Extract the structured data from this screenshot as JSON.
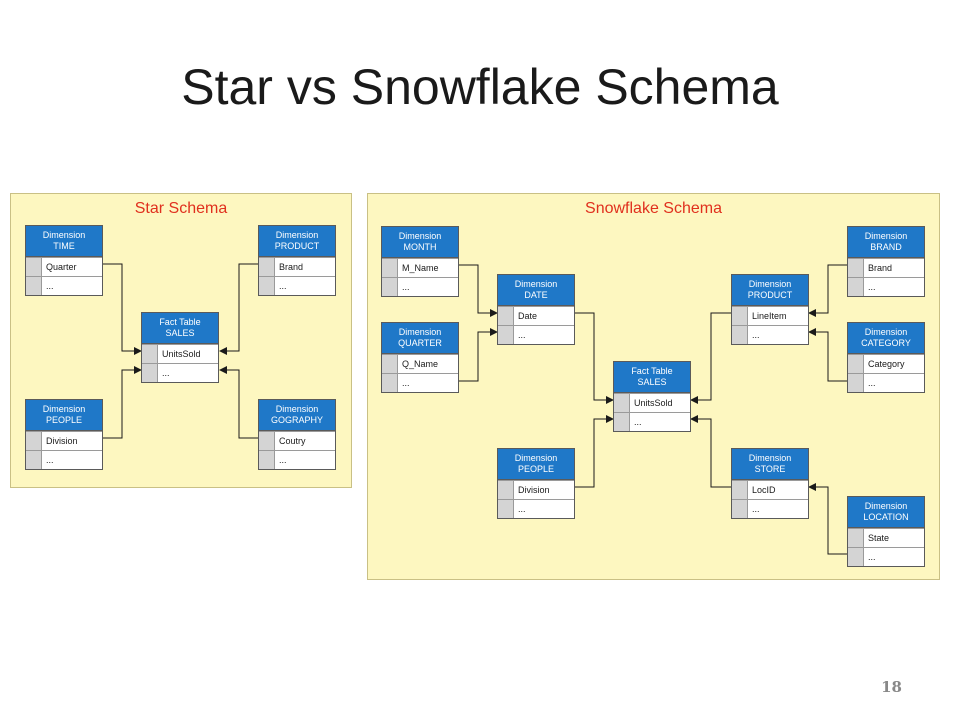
{
  "slide": {
    "title": "Star vs Snowflake Schema",
    "page_number": "18"
  },
  "colors": {
    "panel": "#fdf7c0",
    "header": "#1f78c8",
    "panel_title": "#e0301e"
  },
  "star": {
    "title": "Star Schema",
    "time": {
      "line1": "Dimension",
      "line2": "TIME",
      "row1": "Quarter",
      "row2": "..."
    },
    "product": {
      "line1": "Dimension",
      "line2": "PRODUCT",
      "row1": "Brand",
      "row2": "..."
    },
    "fact": {
      "line1": "Fact Table",
      "line2": "SALES",
      "row1": "UnitsSold",
      "row2": "..."
    },
    "people": {
      "line1": "Dimension",
      "line2": "PEOPLE",
      "row1": "Division",
      "row2": "..."
    },
    "geography": {
      "line1": "Dimension",
      "line2": "GOGRAPHY",
      "row1": "Coutry",
      "row2": "..."
    }
  },
  "snowflake": {
    "title": "Snowflake Schema",
    "month": {
      "line1": "Dimension",
      "line2": "MONTH",
      "row1": "M_Name",
      "row2": "..."
    },
    "quarter": {
      "line1": "Dimension",
      "line2": "QUARTER",
      "row1": "Q_Name",
      "row2": "..."
    },
    "date": {
      "line1": "Dimension",
      "line2": "DATE",
      "row1": "Date",
      "row2": "..."
    },
    "product": {
      "line1": "Dimension",
      "line2": "PRODUCT",
      "row1": "LineItem",
      "row2": "..."
    },
    "brand": {
      "line1": "Dimension",
      "line2": "BRAND",
      "row1": "Brand",
      "row2": "..."
    },
    "category": {
      "line1": "Dimension",
      "line2": "CATEGORY",
      "row1": "Category",
      "row2": "..."
    },
    "fact": {
      "line1": "Fact Table",
      "line2": "SALES",
      "row1": "UnitsSold",
      "row2": "..."
    },
    "people": {
      "line1": "Dimension",
      "line2": "PEOPLE",
      "row1": "Division",
      "row2": "..."
    },
    "store": {
      "line1": "Dimension",
      "line2": "STORE",
      "row1": "LocID",
      "row2": "..."
    },
    "location": {
      "line1": "Dimension",
      "line2": "LOCATION",
      "row1": "State",
      "row2": "..."
    }
  }
}
